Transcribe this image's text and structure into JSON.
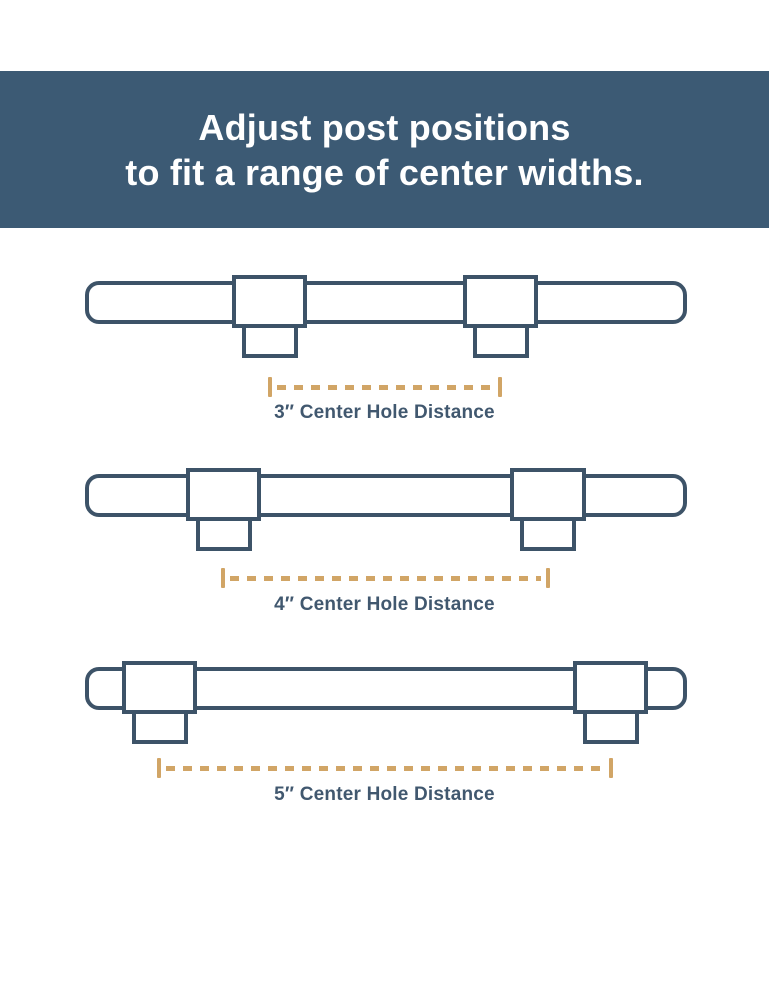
{
  "banner": {
    "line1": "Adjust post positions",
    "line2": "to fit a range of center widths.",
    "bg_color": "#3c5a74",
    "text_color": "#ffffff"
  },
  "colors": {
    "handle_outline": "#3d5368",
    "measure_dash": "#d1a566",
    "label_text": "#41586f",
    "page_background": "#ffffff"
  },
  "diagrams": [
    {
      "id": "3-inch",
      "label": "3″ Center Hole Distance"
    },
    {
      "id": "4-inch",
      "label": "4″ Center Hole Distance"
    },
    {
      "id": "5-inch",
      "label": "5″ Center Hole Distance"
    }
  ]
}
